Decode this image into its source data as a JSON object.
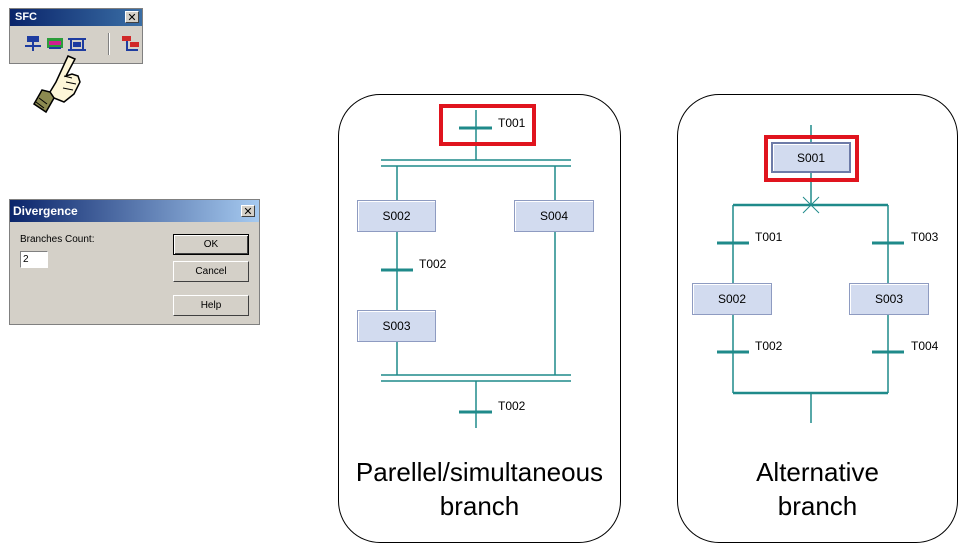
{
  "sfc_toolbar": {
    "title": "SFC",
    "tools": [
      {
        "name": "step-transition-icon"
      },
      {
        "name": "jump-icon"
      },
      {
        "name": "divergence-icon"
      },
      {
        "name": "branch-tree-icon"
      }
    ]
  },
  "divergence_dialog": {
    "title": "Divergence",
    "branches_label": "Branches Count:",
    "branches_value": "2",
    "ok_label": "OK",
    "cancel_label": "Cancel",
    "help_label": "Help"
  },
  "parallel_diagram": {
    "top_transition": "T001",
    "steps": {
      "left_top": "S002",
      "right": "S004",
      "left_bottom": "S003"
    },
    "inner_transition": "T002",
    "bottom_transition": "T002",
    "caption_line1": "Parellel/simultaneous",
    "caption_line2": "branch"
  },
  "alternative_diagram": {
    "top_step": "S001",
    "left_transition_top": "T001",
    "right_transition_top": "T003",
    "steps": {
      "left": "S002",
      "right": "S003"
    },
    "left_transition_bottom": "T002",
    "right_transition_bottom": "T004",
    "caption_line1": "Alternative",
    "caption_line2": "branch"
  },
  "colors": {
    "line": "#1f8a8a",
    "step_fill": "#d2dbef",
    "highlight": "#e0141e"
  }
}
